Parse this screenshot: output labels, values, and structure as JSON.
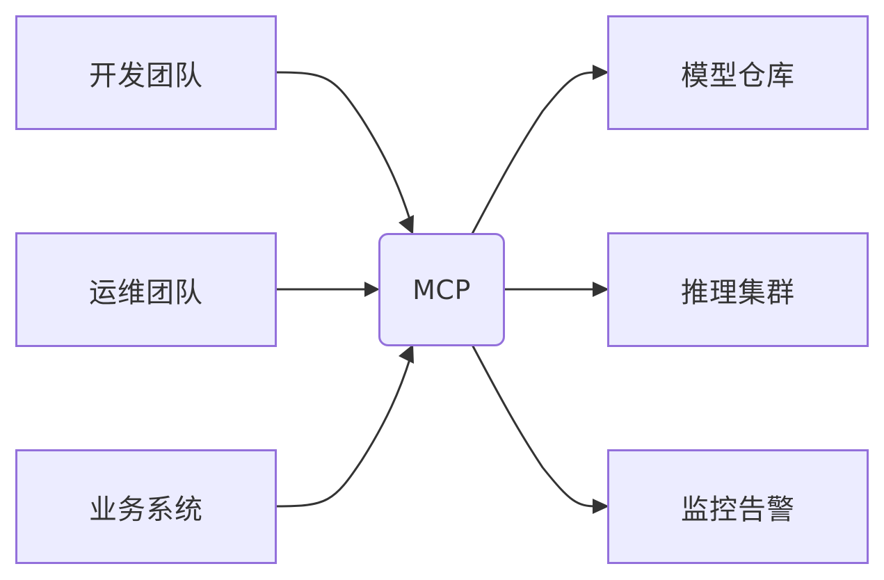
{
  "diagram": {
    "type": "flowchart",
    "colors": {
      "node_fill": "#ececff",
      "node_border": "#9370db",
      "edge": "#333333",
      "text": "#333333"
    },
    "hub": {
      "id": "mcp",
      "label": "MCP"
    },
    "sources": [
      {
        "id": "dev-team",
        "label": "开发团队"
      },
      {
        "id": "ops-team",
        "label": "运维团队"
      },
      {
        "id": "biz-system",
        "label": "业务系统"
      }
    ],
    "targets": [
      {
        "id": "model-repo",
        "label": "模型仓库"
      },
      {
        "id": "inference-cluster",
        "label": "推理集群"
      },
      {
        "id": "monitoring-alert",
        "label": "监控告警"
      }
    ],
    "edges": [
      {
        "from": "dev-team",
        "to": "mcp"
      },
      {
        "from": "ops-team",
        "to": "mcp"
      },
      {
        "from": "biz-system",
        "to": "mcp"
      },
      {
        "from": "mcp",
        "to": "model-repo"
      },
      {
        "from": "mcp",
        "to": "inference-cluster"
      },
      {
        "from": "mcp",
        "to": "monitoring-alert"
      }
    ]
  }
}
